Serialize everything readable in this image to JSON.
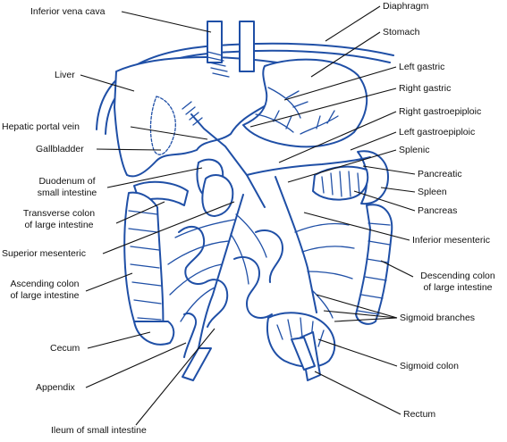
{
  "labels": {
    "inferior_vena_cava": "Inferior vena cava",
    "diaphragm": "Diaphragm",
    "stomach": "Stomach",
    "liver": "Liver",
    "left_gastric": "Left gastric",
    "right_gastric": "Right gastric",
    "hepatic_portal_vein": "Hepatic portal vein",
    "right_gastroepiploic": "Right gastroepiploic",
    "gallbladder": "Gallbladder",
    "left_gastroepiploic": "Left gastroepiploic",
    "splenic": "Splenic",
    "duodenum_line1": "Duodenum of",
    "duodenum_line2": "small intestine",
    "pancreatic": "Pancreatic",
    "spleen": "Spleen",
    "transverse_colon_line1": "Transverse colon",
    "transverse_colon_line2": "of large intestine",
    "pancreas": "Pancreas",
    "inferior_mesenteric": "Inferior mesenteric",
    "superior_mesenteric": "Superior mesenteric",
    "ascending_colon_line1": "Ascending colon",
    "ascending_colon_line2": "of large intestine",
    "descending_colon_line1": "Descending colon",
    "descending_colon_line2": "of large intestine",
    "sigmoid_branches": "Sigmoid branches",
    "cecum": "Cecum",
    "sigmoid_colon": "Sigmoid colon",
    "appendix": "Appendix",
    "rectum": "Rectum",
    "ileum": "Ileum of small intestine"
  },
  "colors": {
    "structure": "#1f4fa6",
    "leader": "#111111"
  }
}
